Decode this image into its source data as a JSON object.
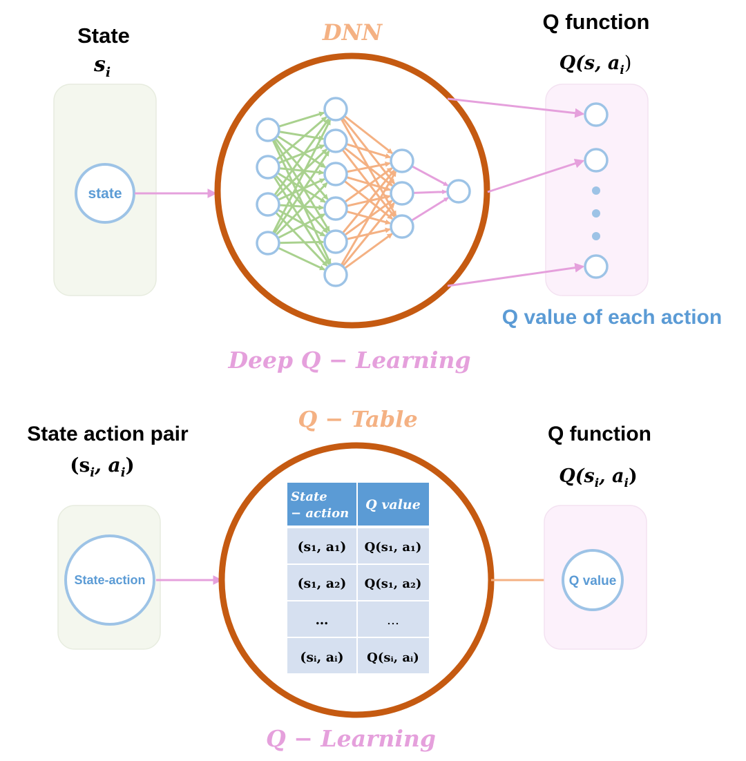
{
  "top": {
    "state_title": "State",
    "state_symbol": "s",
    "state_symbol_sub": "i",
    "state_node_label": "state",
    "dnn_label": "DNN",
    "q_function_title": "Q function",
    "q_function_expr": "Q(s, a",
    "q_function_expr_sub": "i",
    "q_function_expr_end": ")",
    "q_value_caption": "Q value of each action",
    "caption": "Deep Q − Learning"
  },
  "bottom": {
    "pair_title": "State action pair",
    "pair_expr_open": "(s",
    "pair_expr_sub1": "i",
    "pair_expr_mid": ", a",
    "pair_expr_sub2": "i",
    "pair_expr_close": ")",
    "table_title": "Q − Table",
    "state_action_node_label": "State-action",
    "q_function_title": "Q function",
    "q_function_expr": "Q(s",
    "q_function_expr_sub1": "i",
    "q_function_expr_mid": ", a",
    "q_function_expr_sub2": "i",
    "q_function_expr_end": ")",
    "q_value_node_label": "Q value",
    "caption": "Q − Learning",
    "table": {
      "header_state_line1": "State",
      "header_state_line2": "− action",
      "header_q": "Q value",
      "rows": [
        {
          "state": "(s₁, a₁)",
          "q": "Q(s₁, a₁)"
        },
        {
          "state": "(s₁, a₂)",
          "q": "Q(s₁, a₂)"
        },
        {
          "state": "…",
          "q": "…"
        },
        {
          "state": "(sᵢ, aᵢ)",
          "q": "Q(sᵢ, aᵢ)"
        }
      ]
    }
  },
  "colors": {
    "ring": "#c55a11",
    "node_stroke": "#9dc3e6",
    "label_blue": "#5b9bd5",
    "arrow_pink": "#e5a0dc",
    "green_edges": "#a9d18e",
    "orange_edges": "#f4b183",
    "table_header": "#5b9bd5",
    "table_cell": "#d6e0f0",
    "panel_green": "#f4f7ee",
    "panel_pink": "#fcf1fb"
  }
}
